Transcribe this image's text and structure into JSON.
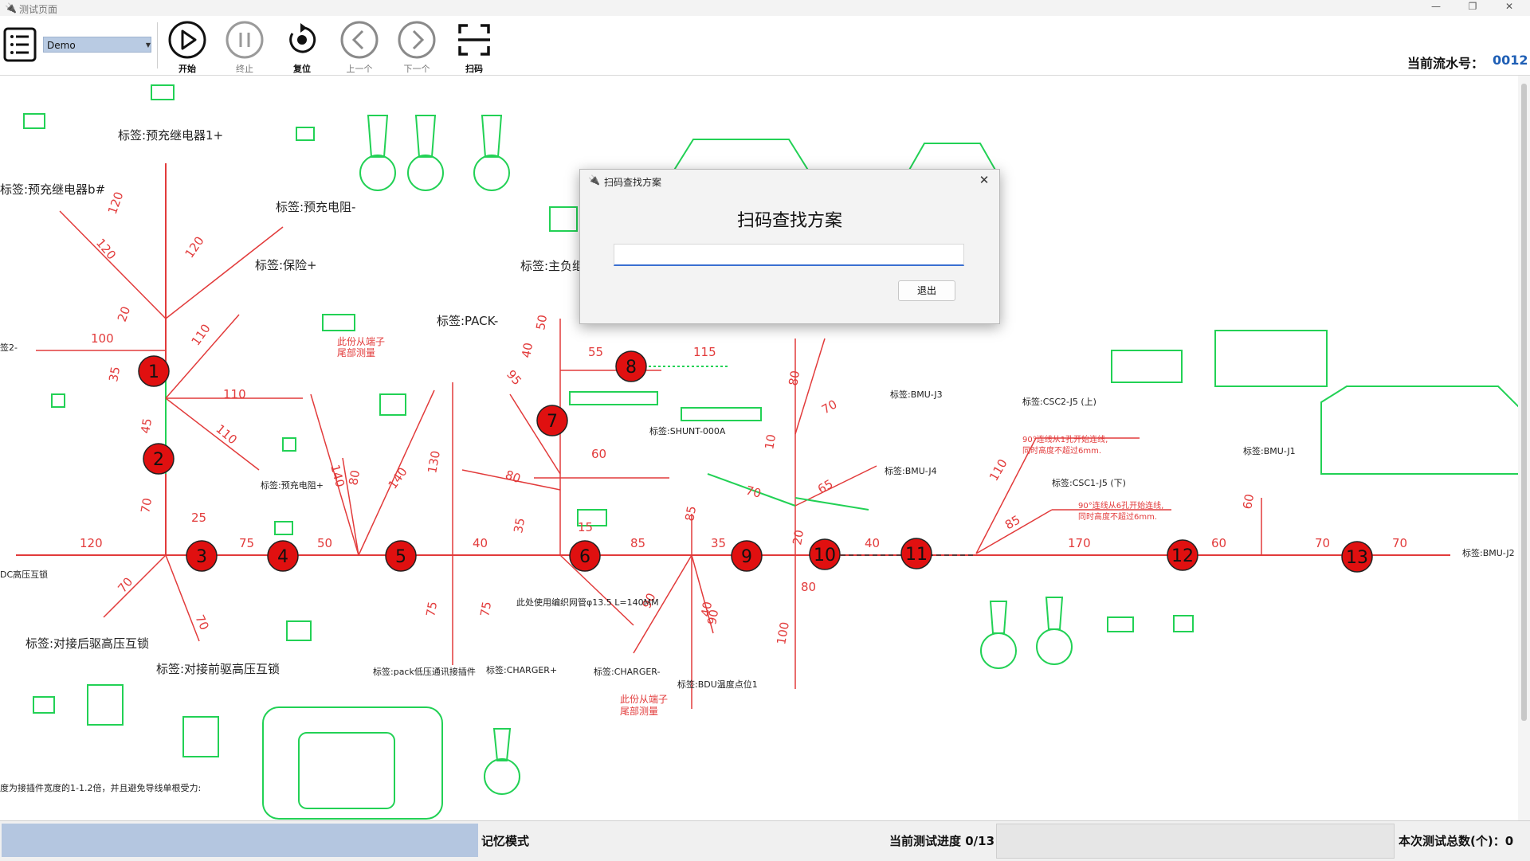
{
  "window": {
    "title": "测试页面",
    "minimize": "—",
    "maximize": "❐",
    "close": "✕"
  },
  "toolbar": {
    "scheme_select": {
      "value": "Demo"
    },
    "buttons": [
      {
        "id": "start",
        "label": "开始",
        "icon": "play-icon"
      },
      {
        "id": "stop",
        "label": "终止",
        "icon": "pause-icon"
      },
      {
        "id": "reset",
        "label": "复位",
        "icon": "reset-icon"
      },
      {
        "id": "prev",
        "label": "上一个",
        "icon": "chevron-left-icon"
      },
      {
        "id": "next",
        "label": "下一个",
        "icon": "chevron-right-icon"
      },
      {
        "id": "scan",
        "label": "扫码",
        "icon": "scan-frame-icon"
      }
    ],
    "serial_label": "当前流水号：",
    "serial_value": "0012"
  },
  "diagram": {
    "labels": [
      "标签:预充继电器1+",
      "标签:预充继电器b#",
      "标签:预充电阻-",
      "标签:保险+",
      "标签:PACK-",
      "标签:主负继电",
      "标签:对接后驱高压互锁",
      "标签:对接前驱高压互锁",
      "标签:pack低压通讯接插件",
      "标签:CHARGER+",
      "标签:CHARGER-",
      "标签:BDU温度点位1",
      "标签:BMU-J3",
      "标签:BMU-J4",
      "标签:BMU-J1",
      "标签:BMU-J2",
      "标签:CSC2-J5 (上)",
      "标签:CSC1-J5 (下)",
      "标签:预充电阻+",
      "标签:SHUNT-000A",
      "DC高压互锁",
      "签2-"
    ],
    "dims": [
      "120",
      "120",
      "120",
      "20",
      "100",
      "110",
      "35",
      "110",
      "110",
      "45",
      "70",
      "25",
      "75",
      "50",
      "140",
      "80",
      "140",
      "130",
      "95",
      "40",
      "50",
      "80",
      "60",
      "55",
      "115",
      "80",
      "70",
      "65",
      "10",
      "70",
      "85",
      "90",
      "40",
      "35",
      "20",
      "80",
      "40",
      "110",
      "85",
      "170",
      "60",
      "60",
      "70",
      "70",
      "120",
      "70",
      "70",
      "15",
      "85",
      "35",
      "75",
      "75",
      "90",
      "100",
      "40"
    ],
    "red_notes": [
      "此份从端子",
      "尾部测量",
      "此份从端子",
      "尾部测量",
      "90°连线从1孔开始连线,",
      "同时高度不超过6mm.",
      "90°连线从6孔开始连线,",
      "同时高度不超过6mm."
    ],
    "black_notes": [
      "此处使用编织网管φ13.5 L=140MM",
      "度为接插件宽度的1-1.2倍，并且避免导线单根受力:"
    ],
    "markers": [
      "1",
      "2",
      "3",
      "4",
      "5",
      "6",
      "7",
      "8",
      "9",
      "10",
      "11",
      "12",
      "13"
    ]
  },
  "dialog": {
    "title": "扫码查找方案",
    "heading": "扫码查找方案",
    "input_value": "",
    "exit_label": "退出"
  },
  "statusbar": {
    "mode": "记忆模式",
    "progress_label": "当前测试进度 0/13",
    "progress_done": 0,
    "progress_total": 13,
    "total_label": "本次测试总数(个)：0"
  },
  "colors": {
    "drawing_green": "#22d155",
    "dimension_red": "#e23b3b",
    "marker_red": "#e01010",
    "accent_blue": "#1f5fb5",
    "status_fill": "#b4c6e0"
  }
}
